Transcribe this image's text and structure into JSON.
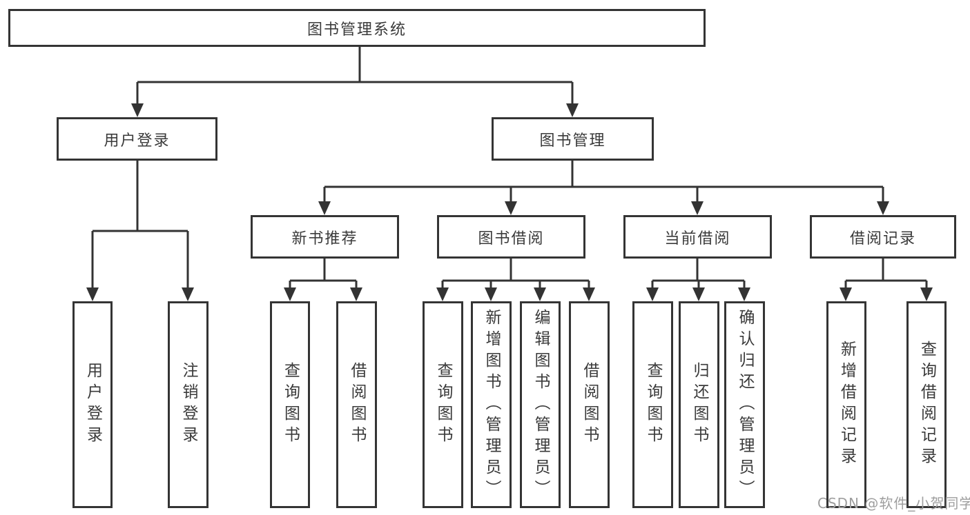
{
  "diagram": {
    "watermark": "CSDN @软件_小贺同学",
    "colors": {
      "line": "#333333",
      "text": "#3a3a3a",
      "background": "#ffffff",
      "watermark": "#9e9e9e"
    },
    "root": {
      "label": "图书管理系统",
      "children": [
        {
          "label": "用户登录",
          "children": [
            {
              "label": "用户登录"
            },
            {
              "label": "注销登录"
            }
          ]
        },
        {
          "label": "图书管理",
          "children": [
            {
              "label": "新书推荐",
              "children": [
                {
                  "label": "查询图书"
                },
                {
                  "label": "借阅图书"
                }
              ]
            },
            {
              "label": "图书借阅",
              "children": [
                {
                  "label": "查询图书"
                },
                {
                  "label": "新增图书（管理员）"
                },
                {
                  "label": "编辑图书（管理员）"
                },
                {
                  "label": "借阅图书"
                }
              ]
            },
            {
              "label": "当前借阅",
              "children": [
                {
                  "label": "查询图书"
                },
                {
                  "label": "归还图书"
                },
                {
                  "label": "确认归还（管理员）"
                }
              ]
            },
            {
              "label": "借阅记录",
              "children": [
                {
                  "label": "新增借阅记录"
                },
                {
                  "label": "查询借阅记录"
                }
              ]
            }
          ]
        }
      ]
    }
  }
}
